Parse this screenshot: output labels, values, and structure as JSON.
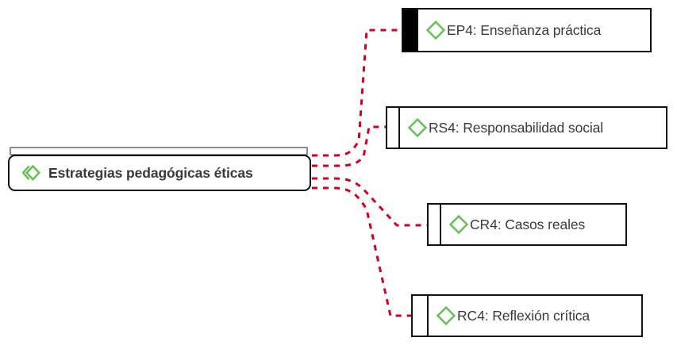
{
  "diagram": {
    "type": "mind-map",
    "background_color": "#ffffff",
    "connector_color": "#d4001e",
    "connector_style": "dotted",
    "node_border_color": "#111111",
    "node_fill_color": "#ffffff",
    "icon_color": "#6cbf5a",
    "text_color": "#3a3a3a",
    "header_bar_color": "#8c8c8c",
    "selected_marker_color": "#000000"
  },
  "root": {
    "label": "Estrategias pedagógicas éticas",
    "icon": "double-diamond-icon"
  },
  "children": [
    {
      "id": "EP4",
      "label": "EP4: Enseñanza práctica",
      "icon": "diamond-icon",
      "selected": true
    },
    {
      "id": "RS4",
      "label": "RS4: Responsabilidad social",
      "icon": "diamond-icon",
      "selected": false
    },
    {
      "id": "CR4",
      "label": "CR4: Casos reales",
      "icon": "diamond-icon",
      "selected": false
    },
    {
      "id": "RC4",
      "label": "RC4: Reflexión crítica",
      "icon": "diamond-icon",
      "selected": false
    }
  ]
}
